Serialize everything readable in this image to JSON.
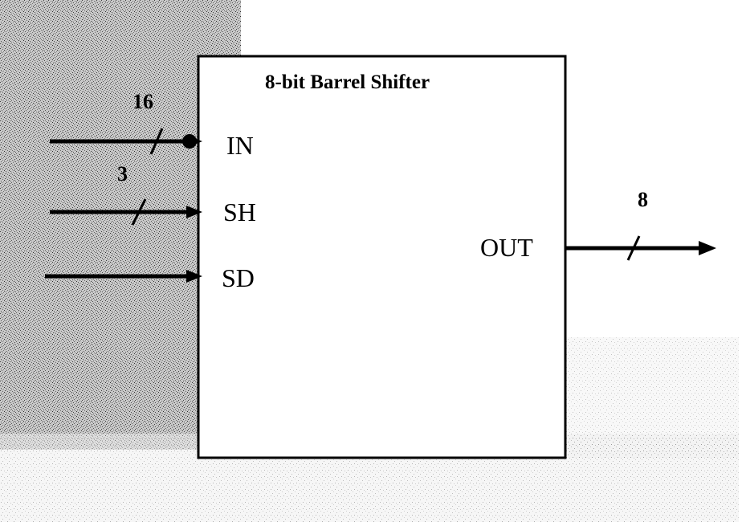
{
  "block": {
    "title": "8-bit Barrel Shifter"
  },
  "inputs": [
    {
      "name": "IN",
      "width": "16"
    },
    {
      "name": "SH",
      "width": "3"
    },
    {
      "name": "SD",
      "width": ""
    }
  ],
  "output": {
    "name": "OUT",
    "width": "8"
  }
}
